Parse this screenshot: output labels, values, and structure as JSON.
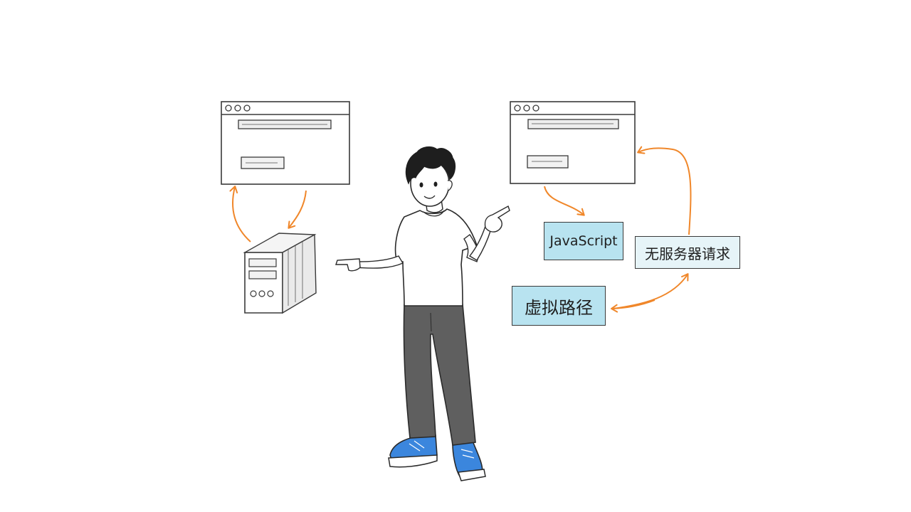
{
  "labels": {
    "javascript": "JavaScript",
    "serverless_request": "无服务器请求",
    "virtual_path": "虚拟路径"
  },
  "colors": {
    "arrow": "#f0872a",
    "label_fill": "#b8e3f0",
    "shoe": "#3b86dd",
    "pants": "#5f5f5f",
    "ink": "#2b2b2b"
  }
}
